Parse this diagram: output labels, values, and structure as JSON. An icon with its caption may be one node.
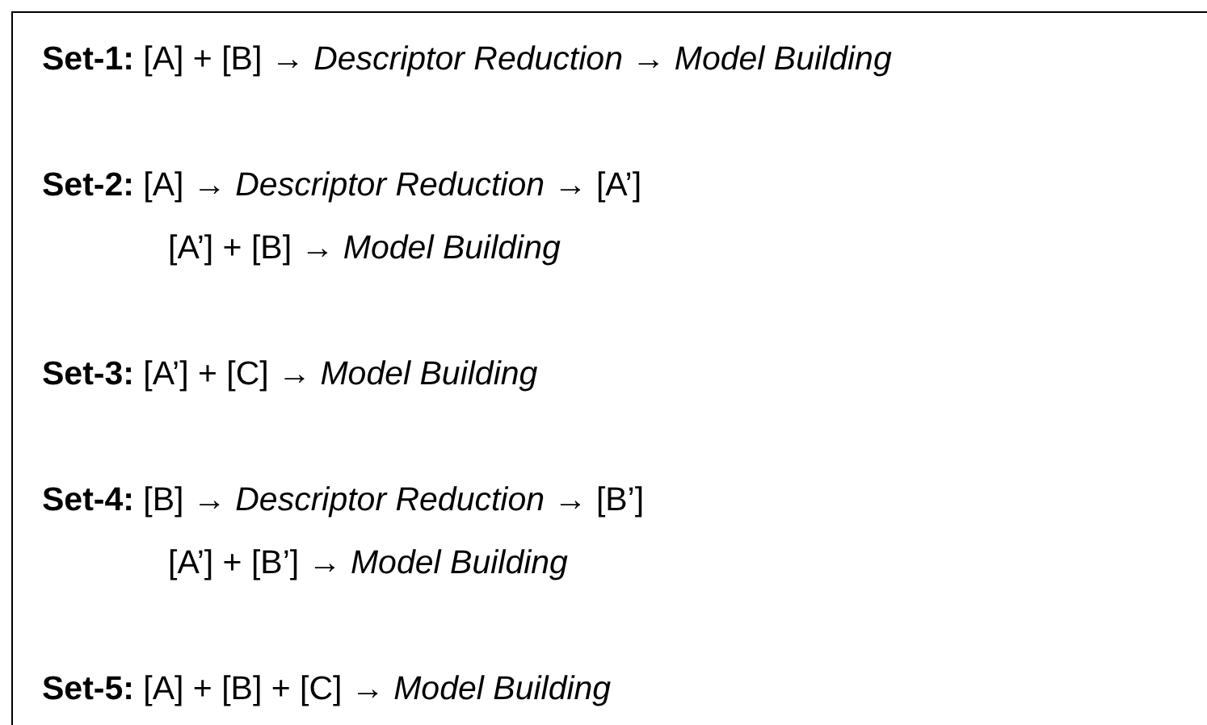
{
  "diagram": {
    "nodes": [
      {
        "text": [
          "**Set-1:** [A] + [B] → *Descriptor Reduction* → *Model Building*",
          "**Set-2:** [A] → *Descriptor Reduction* → [A’]",
          "[A’] + [B] → *Model Building*",
          "**Set-3:** [A’] + [C] → *Model Building*",
          "**Set-4:** [B] → *Descriptor Reduction* → [B’]",
          "[A’] + [B’] → *Model Building*",
          "**Set-5:** [A] + [B] + [C] → *Model Building*"
        ]
      }
    ]
  }
}
